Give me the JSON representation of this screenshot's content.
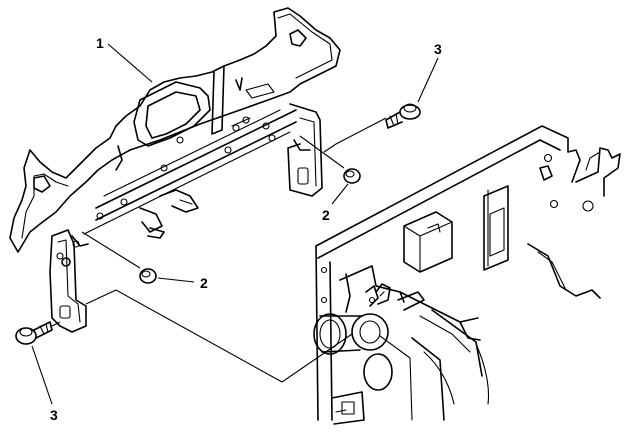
{
  "callouts": [
    {
      "id": "c1",
      "label": "1"
    },
    {
      "id": "c2a",
      "label": "2"
    },
    {
      "id": "c2b",
      "label": "2"
    },
    {
      "id": "c3a",
      "label": "3"
    },
    {
      "id": "c3b",
      "label": "3"
    }
  ],
  "colors": {
    "line": "#000000",
    "background": "#ffffff"
  }
}
